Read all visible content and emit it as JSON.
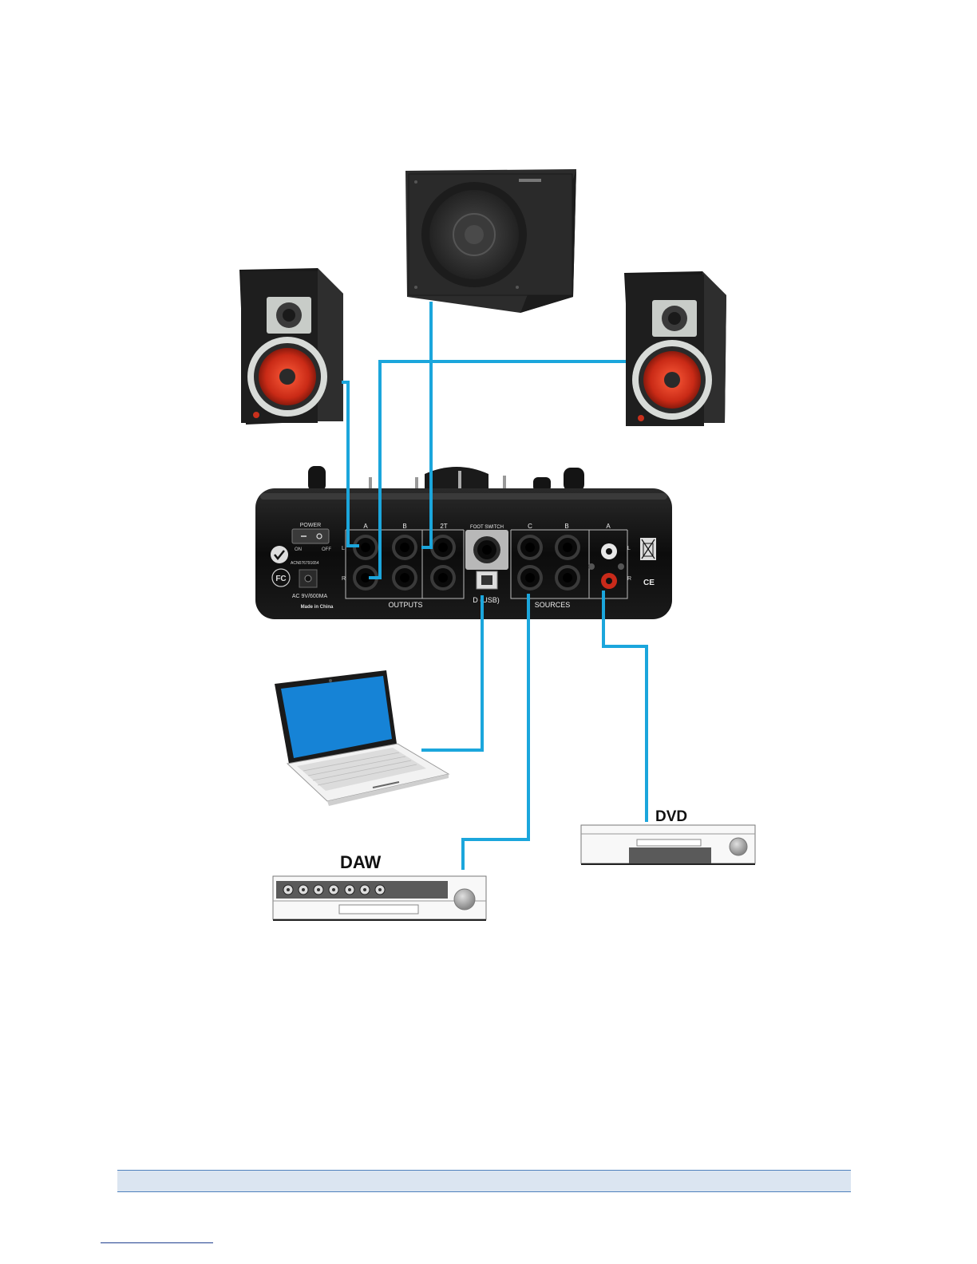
{
  "figure": {
    "interface": {
      "power_label": "POWER",
      "on_label": "ON",
      "off_label": "OFF",
      "serial_label": "ACN076791654",
      "power_rating": "AC 9V/600MA",
      "origin_label": "Made in China",
      "output_a_label": "A",
      "output_b_label": "B",
      "output_2t_label": "2T",
      "footswitch_label": "FOOT SWITCH",
      "source_c_label": "C",
      "source_b_label": "B",
      "source_a_label": "A",
      "left_label": "L",
      "right_label": "R",
      "outputs_label": "OUTPUTS",
      "usb_label": "D (USB)",
      "sources_label": "SOURCES",
      "ce_label": "CE",
      "fc_label": "FC"
    },
    "devices": {
      "daw_label": "DAW",
      "dvd_label": "DVD"
    },
    "colors": {
      "cable": "#1ba6dc",
      "woofer": "#d8321c",
      "device_body": "#111111",
      "laptop_screen": "#1683d6"
    }
  }
}
